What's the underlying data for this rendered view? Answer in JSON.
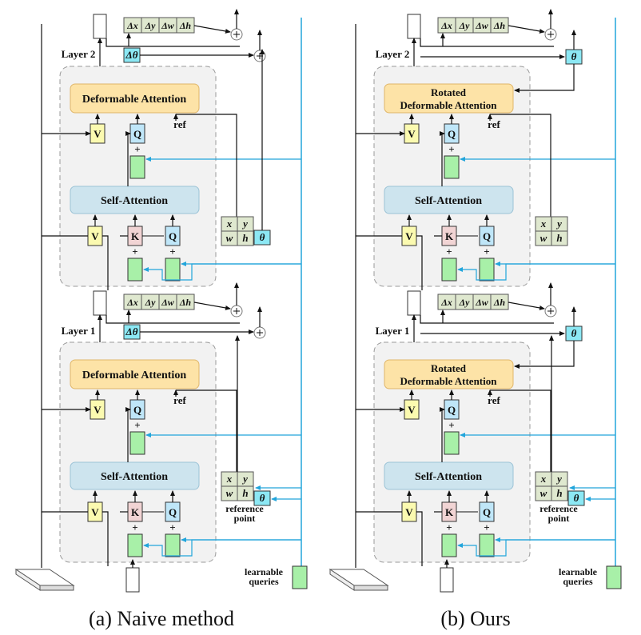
{
  "colors": {
    "attn_fill": "#fde3a7",
    "attn_stroke": "#e0b66a",
    "self_fill": "#cde4ee",
    "self_stroke": "#9cc3d6",
    "v_fill": "#fbfab0",
    "k_fill": "#f1d4d4",
    "q_fill": "#bfe6f8",
    "green_fill": "#a8f0a8",
    "delta_fill": "#dfe8cf",
    "theta_fill": "#8ce8f4",
    "blue_line": "#22a5db",
    "layer_bg": "#f2f2f2",
    "layer_stroke": "#9a9a9a"
  },
  "labels": {
    "v": "V",
    "q": "Q",
    "k": "K",
    "plus": "+",
    "ref": "ref",
    "layer1": "Layer 1",
    "layer2": "Layer 2",
    "self_attention": "Self-Attention",
    "deform_naive": "Deformable Attention",
    "deform_rot_1": "Rotated",
    "deform_rot_2": "Deformable Attention",
    "dx": "Δx",
    "dy": "Δy",
    "dw": "Δw",
    "dh": "Δh",
    "dtheta": "Δθ",
    "theta": "θ",
    "x": "x",
    "y": "y",
    "w": "w",
    "h": "h",
    "reference_point_1": "reference",
    "reference_point_2": "point",
    "learnable_1": "learnable",
    "learnable_2": "queries"
  },
  "captions": {
    "a": "(a)  Naive method",
    "b": "(b)  Ours"
  }
}
